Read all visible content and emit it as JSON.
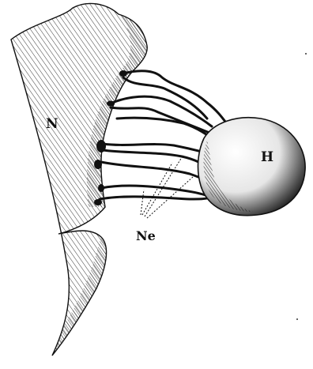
{
  "figure": {
    "labels": {
      "nerve_mass": "N",
      "head": "H",
      "nerves": "Ne"
    },
    "colors": {
      "ink": "#111111",
      "paper": "#ffffff"
    }
  }
}
